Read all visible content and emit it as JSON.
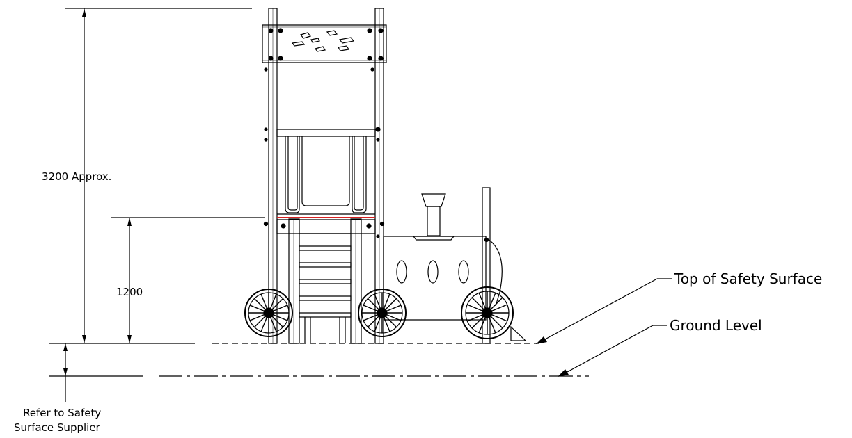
{
  "labels": {
    "overall_height": "3200 Approx.",
    "platform_height": "1200",
    "safety_surface": "Top of Safety Surface",
    "ground_level": "Ground Level",
    "supplier_note_line1": "Refer to Safety",
    "supplier_note_line2": "Surface Supplier"
  },
  "colors": {
    "line": "#000000",
    "platform_edge": "#d62020"
  }
}
